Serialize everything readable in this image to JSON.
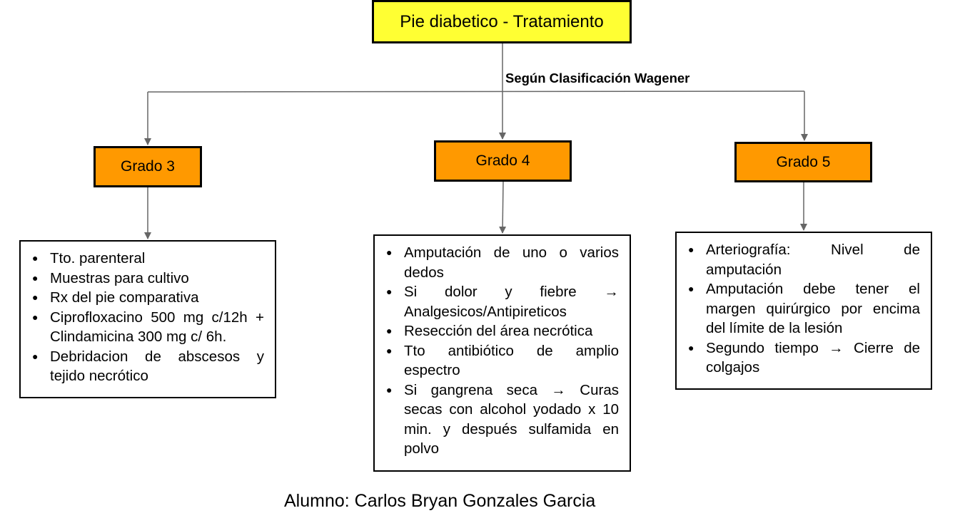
{
  "diagram": {
    "title": "Pie diabetico - Tratamiento",
    "branch_label": "Según Clasificación Wagener",
    "grades": [
      {
        "label": "Grado 3",
        "items": [
          "Tto. parenteral",
          "Muestras para cultivo",
          "Rx del pie comparativa",
          "Ciprofloxacino 500 mg c/12h + Clindamicina 300 mg c/ 6h.",
          "Debridacion de abscesos y tejido necrótico"
        ]
      },
      {
        "label": "Grado 4",
        "items": [
          "Amputación de uno o varios dedos",
          "Si dolor y fiebre → Analgesicos/Antipireticos",
          "Resección del área necrótica",
          "Tto antibiótico de amplio espectro",
          "Si gangrena seca → Curas secas con alcohol yodado x 10 min. y después sulfamida en polvo"
        ]
      },
      {
        "label": "Grado 5",
        "items": [
          "Arteriografía: Nivel de amputación",
          "Amputación debe tener el margen quirúrgico por encima del límite de la lesión",
          "Segundo tiempo → Cierre de colgajos"
        ]
      }
    ],
    "bullet_glyph": "●",
    "student": "Alumno: Carlos Bryan Gonzales Garcia",
    "colors": {
      "title_fill": "#ffff33",
      "grade_fill": "#ff9900",
      "connector": "#666666",
      "border": "#000000"
    }
  }
}
